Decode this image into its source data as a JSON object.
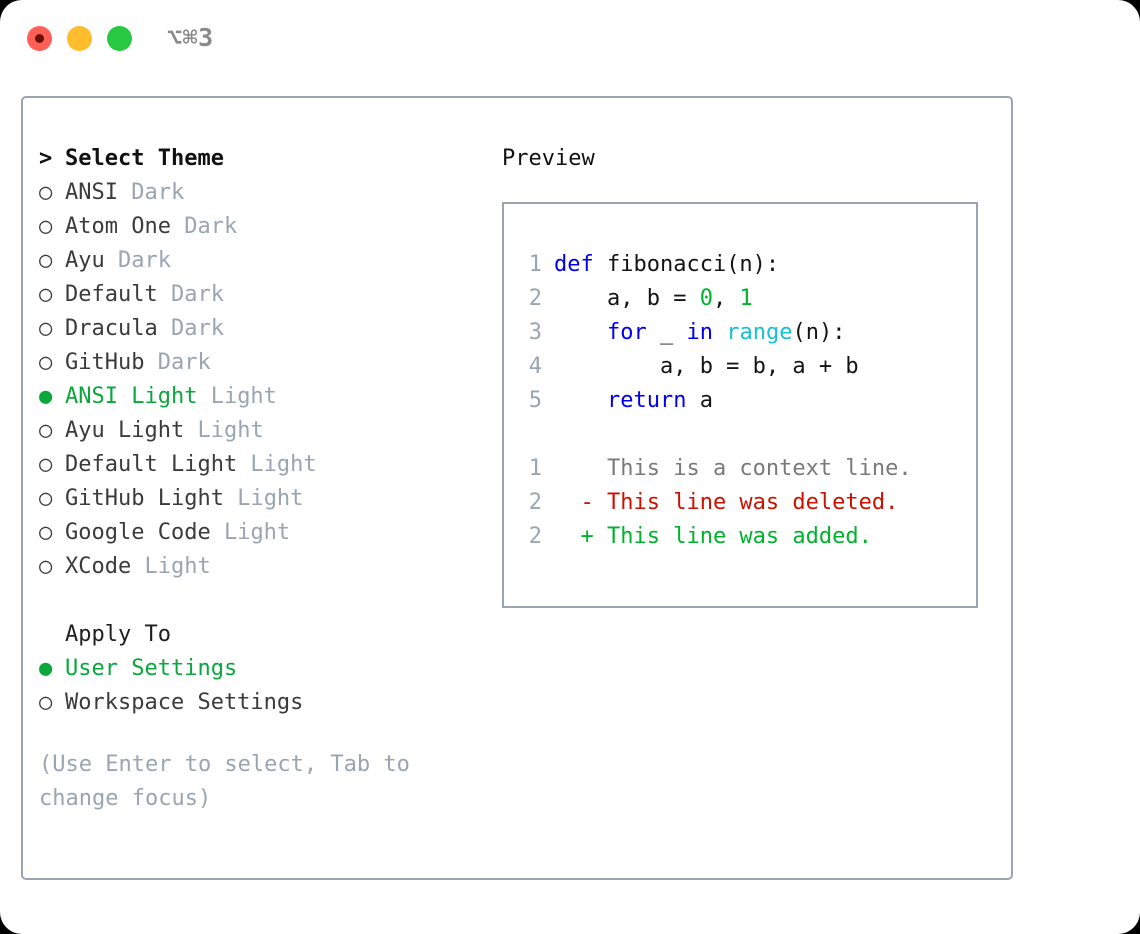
{
  "window": {
    "title": "⌥⌘3",
    "traffic_lights": [
      "close",
      "minimize",
      "maximize"
    ]
  },
  "theme_section": {
    "heading": "Select Theme",
    "heading_marker": ">",
    "marker_selected": "●",
    "marker_unselected": "○",
    "accent_color": "#0aa83c",
    "muted_color": "#9aa5b1",
    "items": [
      {
        "name": "ANSI",
        "kind": "Dark",
        "selected": false
      },
      {
        "name": "Atom One",
        "kind": "Dark",
        "selected": false
      },
      {
        "name": "Ayu",
        "kind": "Dark",
        "selected": false
      },
      {
        "name": "Default",
        "kind": "Dark",
        "selected": false
      },
      {
        "name": "Dracula",
        "kind": "Dark",
        "selected": false
      },
      {
        "name": "GitHub",
        "kind": "Dark",
        "selected": false
      },
      {
        "name": "ANSI Light",
        "kind": "Light",
        "selected": true
      },
      {
        "name": "Ayu Light",
        "kind": "Light",
        "selected": false
      },
      {
        "name": "Default Light",
        "kind": "Light",
        "selected": false
      },
      {
        "name": "GitHub Light",
        "kind": "Light",
        "selected": false
      },
      {
        "name": "Google Code",
        "kind": "Light",
        "selected": false
      },
      {
        "name": "XCode",
        "kind": "Light",
        "selected": false
      }
    ]
  },
  "apply_to_section": {
    "heading": "Apply To",
    "items": [
      {
        "name": "User Settings",
        "selected": true
      },
      {
        "name": "Workspace Settings",
        "selected": false
      }
    ]
  },
  "hint": "(Use Enter to select, Tab to change focus)",
  "preview": {
    "title": "Preview",
    "code_lines": [
      {
        "number": "1",
        "tokens": [
          {
            "text": "def ",
            "type": "keyword"
          },
          {
            "text": "fibonacci(n):",
            "type": "plain"
          }
        ]
      },
      {
        "number": "2",
        "tokens": [
          {
            "text": "    a, b = ",
            "type": "plain"
          },
          {
            "text": "0",
            "type": "number"
          },
          {
            "text": ", ",
            "type": "plain"
          },
          {
            "text": "1",
            "type": "number"
          }
        ]
      },
      {
        "number": "3",
        "tokens": [
          {
            "text": "    ",
            "type": "plain"
          },
          {
            "text": "for",
            "type": "keyword"
          },
          {
            "text": " _ ",
            "type": "plain"
          },
          {
            "text": "in",
            "type": "keyword"
          },
          {
            "text": " ",
            "type": "plain"
          },
          {
            "text": "range",
            "type": "function"
          },
          {
            "text": "(n):",
            "type": "plain"
          }
        ]
      },
      {
        "number": "4",
        "tokens": [
          {
            "text": "        a, b = b, a + b",
            "type": "plain"
          }
        ]
      },
      {
        "number": "5",
        "tokens": [
          {
            "text": "    ",
            "type": "plain"
          },
          {
            "text": "return",
            "type": "keyword"
          },
          {
            "text": " a",
            "type": "plain"
          }
        ]
      }
    ],
    "diff_lines": [
      {
        "number": "1",
        "sign": " ",
        "text": "This is a context line.",
        "type": "context"
      },
      {
        "number": "2",
        "sign": "-",
        "text": "This line was deleted.",
        "type": "deletion"
      },
      {
        "number": "2",
        "sign": "+",
        "text": "This line was added.",
        "type": "addition"
      }
    ],
    "syntax_colors": {
      "keyword": "#0000ee",
      "function": "#16c1d4",
      "number": "#00b32c",
      "plain": "#141414",
      "line_number": "#9aa5b1",
      "context": "#7a7a7a",
      "deletion": "#cc1100",
      "addition": "#00b32c"
    }
  }
}
